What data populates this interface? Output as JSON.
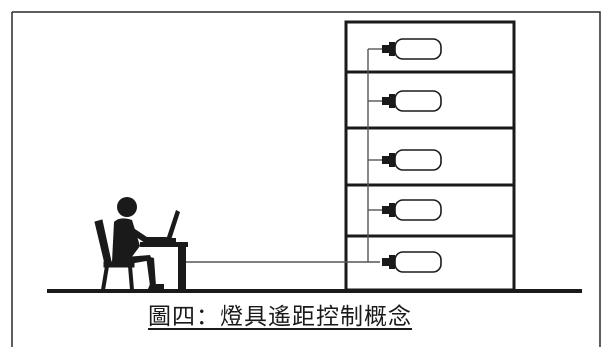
{
  "caption": "圖四：燈具遙距控制概念",
  "floors": [
    {
      "level": 5,
      "fixture": "bulb-icon"
    },
    {
      "level": 4,
      "fixture": "bulb-icon"
    },
    {
      "level": 3,
      "fixture": "bulb-icon"
    },
    {
      "level": 2,
      "fixture": "bulb-icon"
    },
    {
      "level": 1,
      "fixture": "bulb-icon"
    }
  ],
  "operator": {
    "figure": "person-at-laptop-icon"
  },
  "colors": {
    "ink": "#1a1a1a",
    "frame": "#2a2a2a",
    "wire": "#555555",
    "background": "#ffffff"
  }
}
